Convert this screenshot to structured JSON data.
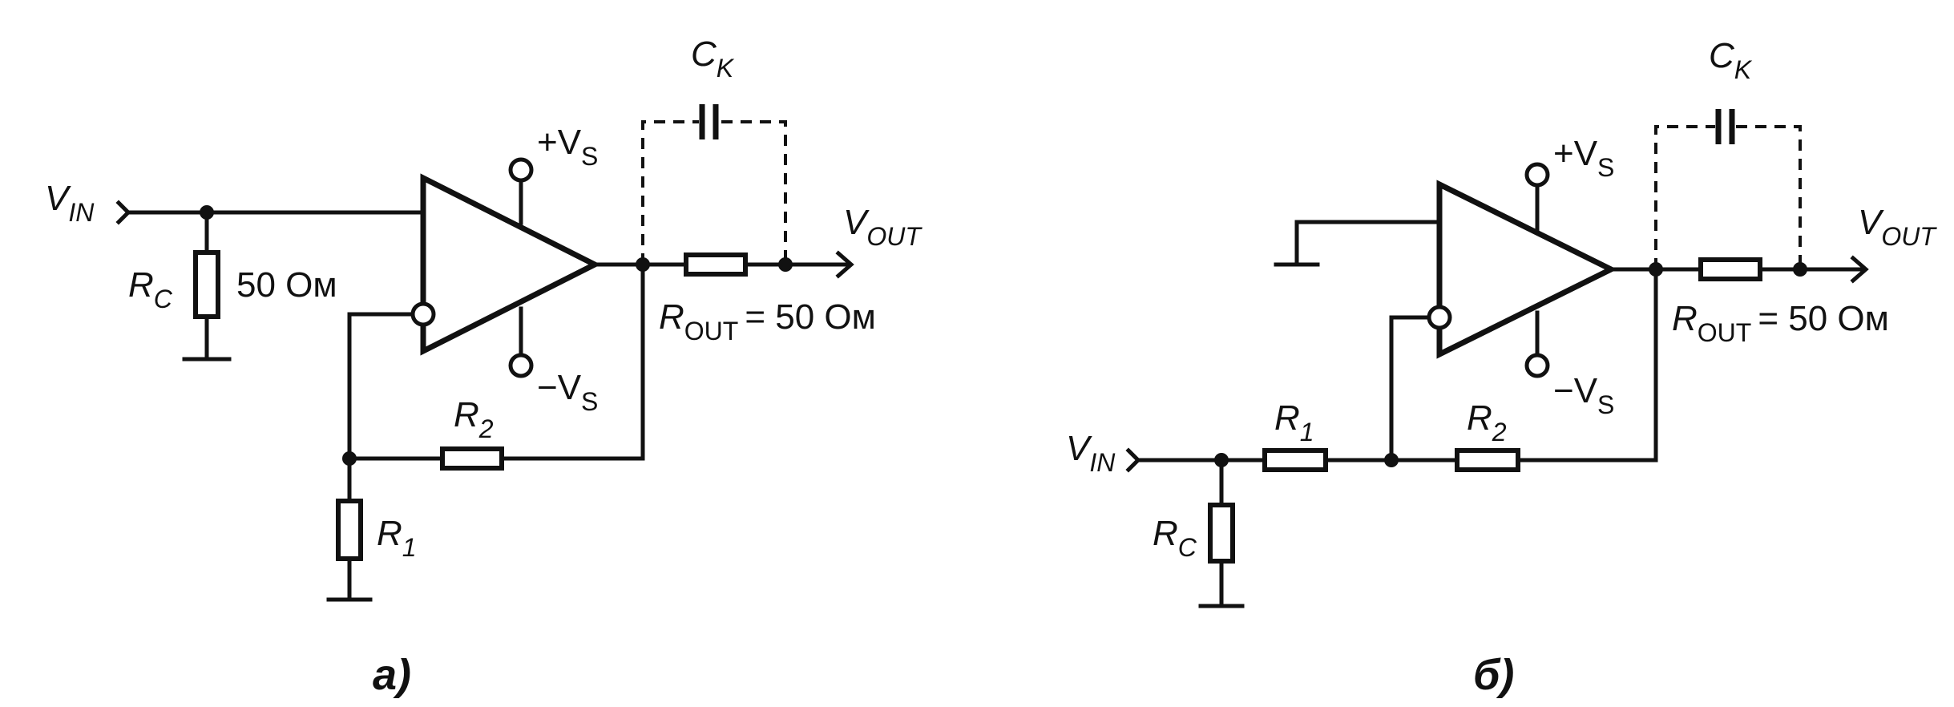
{
  "circuit_a": {
    "vin_V": "V",
    "vin_sub": "IN",
    "rc_R": "R",
    "rc_sub": "C",
    "rc_value": "50 Ом",
    "vsp_pre": "+V",
    "vsp_sub": "S",
    "vsn_pre": "−V",
    "vsn_sub": "S",
    "ck_C": "C",
    "ck_sub": "K",
    "vout_V": "V",
    "vout_sub": "OUT",
    "rout_R": "R",
    "rout_sub": "OUT",
    "rout_value": "= 50 Ом",
    "r2_R": "R",
    "r2_sub": "2",
    "r1_R": "R",
    "r1_sub": "1",
    "caption": "а)"
  },
  "circuit_b": {
    "vin_V": "V",
    "vin_sub": "IN",
    "rc_R": "R",
    "rc_sub": "C",
    "vsp_pre": "+V",
    "vsp_sub": "S",
    "vsn_pre": "−V",
    "vsn_sub": "S",
    "ck_C": "C",
    "ck_sub": "K",
    "vout_V": "V",
    "vout_sub": "OUT",
    "rout_R": "R",
    "rout_sub": "OUT",
    "rout_value": "= 50 Ом",
    "r1_R": "R",
    "r1_sub": "1",
    "r2_R": "R",
    "r2_sub": "2",
    "caption": "б)"
  }
}
